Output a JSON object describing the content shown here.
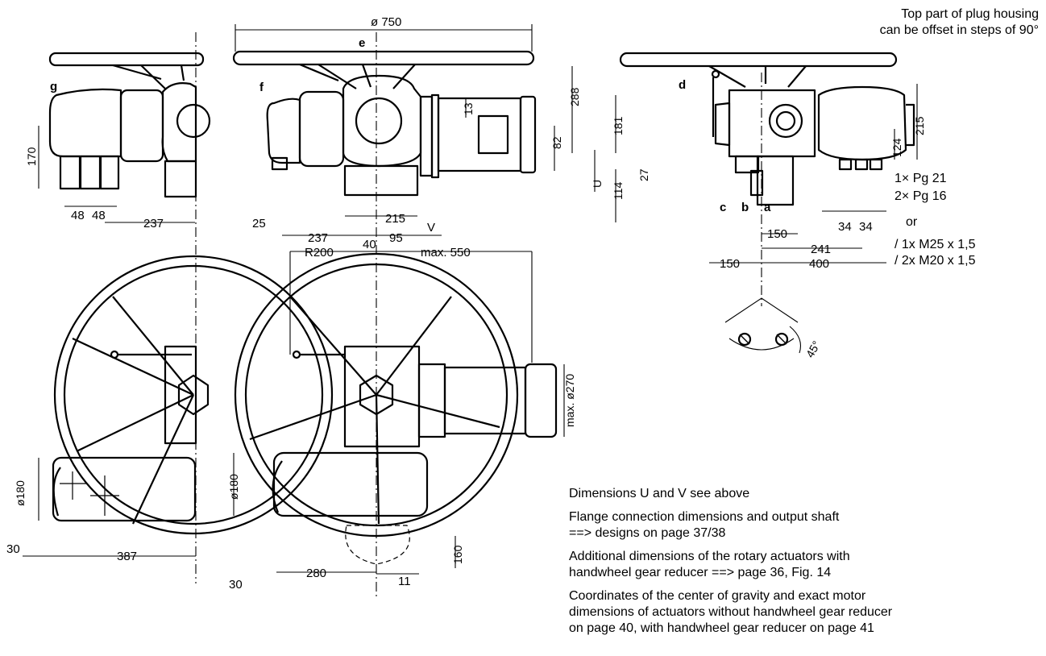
{
  "header_note": {
    "line1": "Top part of plug housing",
    "line2": "can be offset in steps of 90°"
  },
  "component_labels": {
    "g": "g",
    "f": "f",
    "e": "e",
    "d": "d",
    "c": "c",
    "b": "b",
    "a": "a"
  },
  "dimensions": {
    "d750": "ø 750",
    "h288": "288",
    "h181": "181",
    "h215": "215",
    "h170": "170",
    "h13": "13",
    "h82": "82",
    "h124": "124",
    "h114": "114",
    "u": "U",
    "h27": "27",
    "d48a": "48",
    "d48b": "48",
    "d237a": "237",
    "d25": "25",
    "d237b": "237",
    "d215": "215",
    "d95": "95",
    "v": "V",
    "d150a": "150",
    "d34a": "34",
    "d34b": "34",
    "d241": "241",
    "d150b": "150",
    "d400": "400",
    "d40": "40",
    "r200": "R200",
    "max550": "max. 550",
    "max270": "max. ø270",
    "d180a": "ø180",
    "d180b": "ø180",
    "d30a": "30",
    "d387": "387",
    "d30b": "30",
    "d280": "280",
    "d11": "11",
    "h160": "160",
    "angle45": "45°"
  },
  "connections": {
    "pg21": "1× Pg 21",
    "pg16": "2× Pg 16",
    "or": "or",
    "m25": "/  1x M25 x 1,5",
    "m20": "/  2x M20 x 1,5"
  },
  "notes": {
    "line1": "Dimensions U and V  see above",
    "line2": "Flange connection dimensions and output shaft",
    "line3": "==> designs on page 37/38",
    "line4": "Additional dimensions of the rotary actuators with",
    "line5": "handwheel gear reducer  ==> page 36, Fig. 14",
    "line6": "Coordinates of the center of gravity and exact motor",
    "line7": "dimensions of actuators without handwheel gear reducer",
    "line8": "on page 40, with handwheel gear reducer on page 41"
  }
}
